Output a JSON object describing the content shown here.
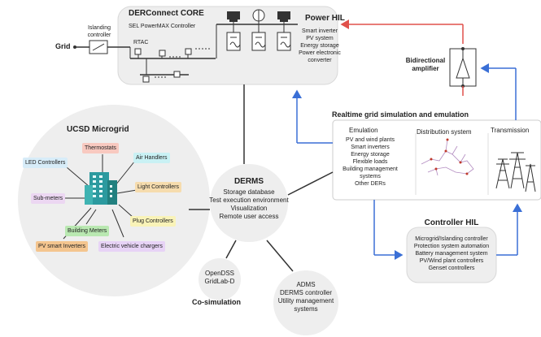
{
  "grid": {
    "label": "Grid",
    "islanding_label": "Islanding controller"
  },
  "derconnect": {
    "title": "DERConnect CORE",
    "subtitle": "SEL PowerMAX Controller",
    "rtac": "RTAC"
  },
  "power_hil": {
    "title": "Power HIL",
    "items": [
      "Smart inverter",
      "PV system",
      "Energy storage",
      "Power electronic",
      "converter"
    ]
  },
  "amplifier": {
    "line1": "Bidirectional",
    "line2": "amplifier"
  },
  "realtime": {
    "title": "Realtime grid simulation and emulation",
    "emulation_title": "Emulation",
    "emulation_items": [
      "PV and wind plants",
      "Smart inverters",
      "Energy storage",
      "Flexible loads",
      "Building management",
      "systems",
      "Other DERs"
    ],
    "distribution_title": "Distribution system",
    "transmission_title": "Transmission"
  },
  "microgrid": {
    "title": "UCSD Microgrid",
    "nodes": {
      "thermostats": "Thermostats",
      "led": "LED Controllers",
      "air": "Air Handlers",
      "light": "Light Controllers",
      "submeters": "Sub-meters",
      "plug": "Plug Controllers",
      "building_meters": "Building Meters",
      "pv_inverters": "PV smart Inverters",
      "ev": "Electric vehicle chargers"
    }
  },
  "derms": {
    "title": "DERMS",
    "items": [
      "Storage database",
      "Test execution environment",
      "Visualization",
      "Remote user access"
    ]
  },
  "cosim": {
    "items": [
      "OpenDSS",
      "GridLab-D"
    ],
    "label": "Co-simulation"
  },
  "adms": {
    "items": [
      "ADMS",
      "DERMS controller",
      "Utility management",
      "systems"
    ]
  },
  "controller_hil": {
    "title": "Controller HIL",
    "items": [
      "Microgrid/Islanding controller",
      "Protection system automation",
      "Battery management system",
      "PV/Wind plant controllers",
      "Genset controllers"
    ]
  },
  "colors": {
    "red_arrow": "#e0504a",
    "blue_arrow": "#3a6fd6",
    "thermostats": "#f8c9c0",
    "led": "#d7ecf8",
    "air": "#c9f1f4",
    "light": "#f6dcae",
    "submeters": "#ecd7f2",
    "plug": "#f9f3b8",
    "building_meters": "#b9e8b1",
    "pv_inverters": "#f4c58f",
    "ev": "#e7d3f6"
  }
}
